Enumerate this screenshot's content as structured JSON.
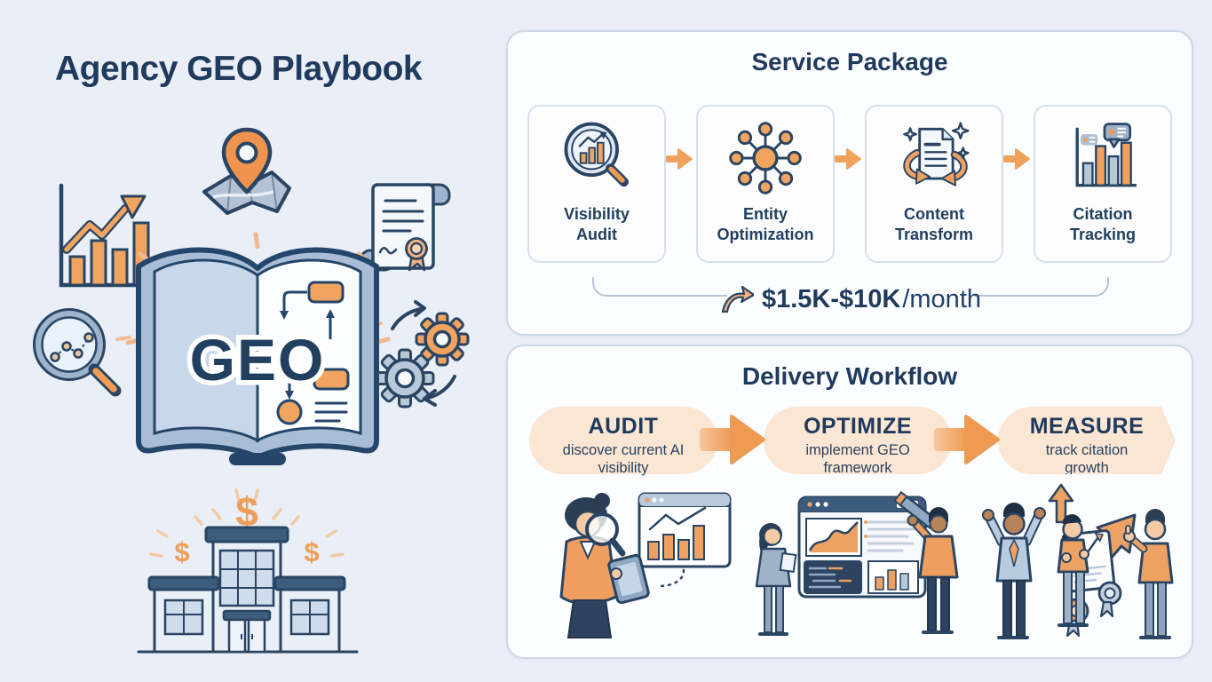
{
  "page": {
    "title": "Agency GEO Playbook"
  },
  "left": {
    "book_label": "GEO",
    "dollar_glyph": "$",
    "icons": {
      "growth_chart": "bar-chart-rising-arrow-icon",
      "map_pin": "map-location-pin-icon",
      "certificate": "certificate-scroll-icon",
      "magnifier": "magnifier-trend-icon",
      "gears": "process-gears-icon",
      "building": "agency-building-dollars-illustration",
      "book": "open-geo-playbook-illustration"
    }
  },
  "service_package": {
    "title": "Service Package",
    "cards": [
      {
        "icon": "visibility-audit-icon",
        "label_line1": "Visibility",
        "label_line2": "Audit"
      },
      {
        "icon": "entity-network-icon",
        "label_line1": "Entity",
        "label_line2": "Optimization"
      },
      {
        "icon": "content-transform-icon",
        "label_line1": "Content",
        "label_line2": "Transform"
      },
      {
        "icon": "citation-tracking-icon",
        "label_line1": "Citation",
        "label_line2": "Tracking"
      }
    ],
    "price": {
      "range": "$1.5K-$10K",
      "suffix": "/month"
    }
  },
  "delivery_workflow": {
    "title": "Delivery Workflow",
    "steps": [
      {
        "name": "AUDIT",
        "description": "discover current AI visibility",
        "illustration": "person-magnifier-analytics"
      },
      {
        "name": "OPTIMIZE",
        "description": "implement GEO framework",
        "illustration": "team-dashboard-editing"
      },
      {
        "name": "MEASURE",
        "description": "track citation growth",
        "illustration": "team-celebrating-growth"
      }
    ]
  },
  "colors": {
    "background": "#E9EEF7",
    "navy_text": "#1F3A5C",
    "outline_navy": "#2A4563",
    "accent_orange": "#F0A45F",
    "arrow_orange": "#F0A25C",
    "pill_peach": "#FBE6D4",
    "panel_border": "#CCD7E8",
    "blue_gray": "#AEBFD4",
    "page_blue": "#C9D7EA",
    "roof_navy": "#3E5C7E"
  }
}
